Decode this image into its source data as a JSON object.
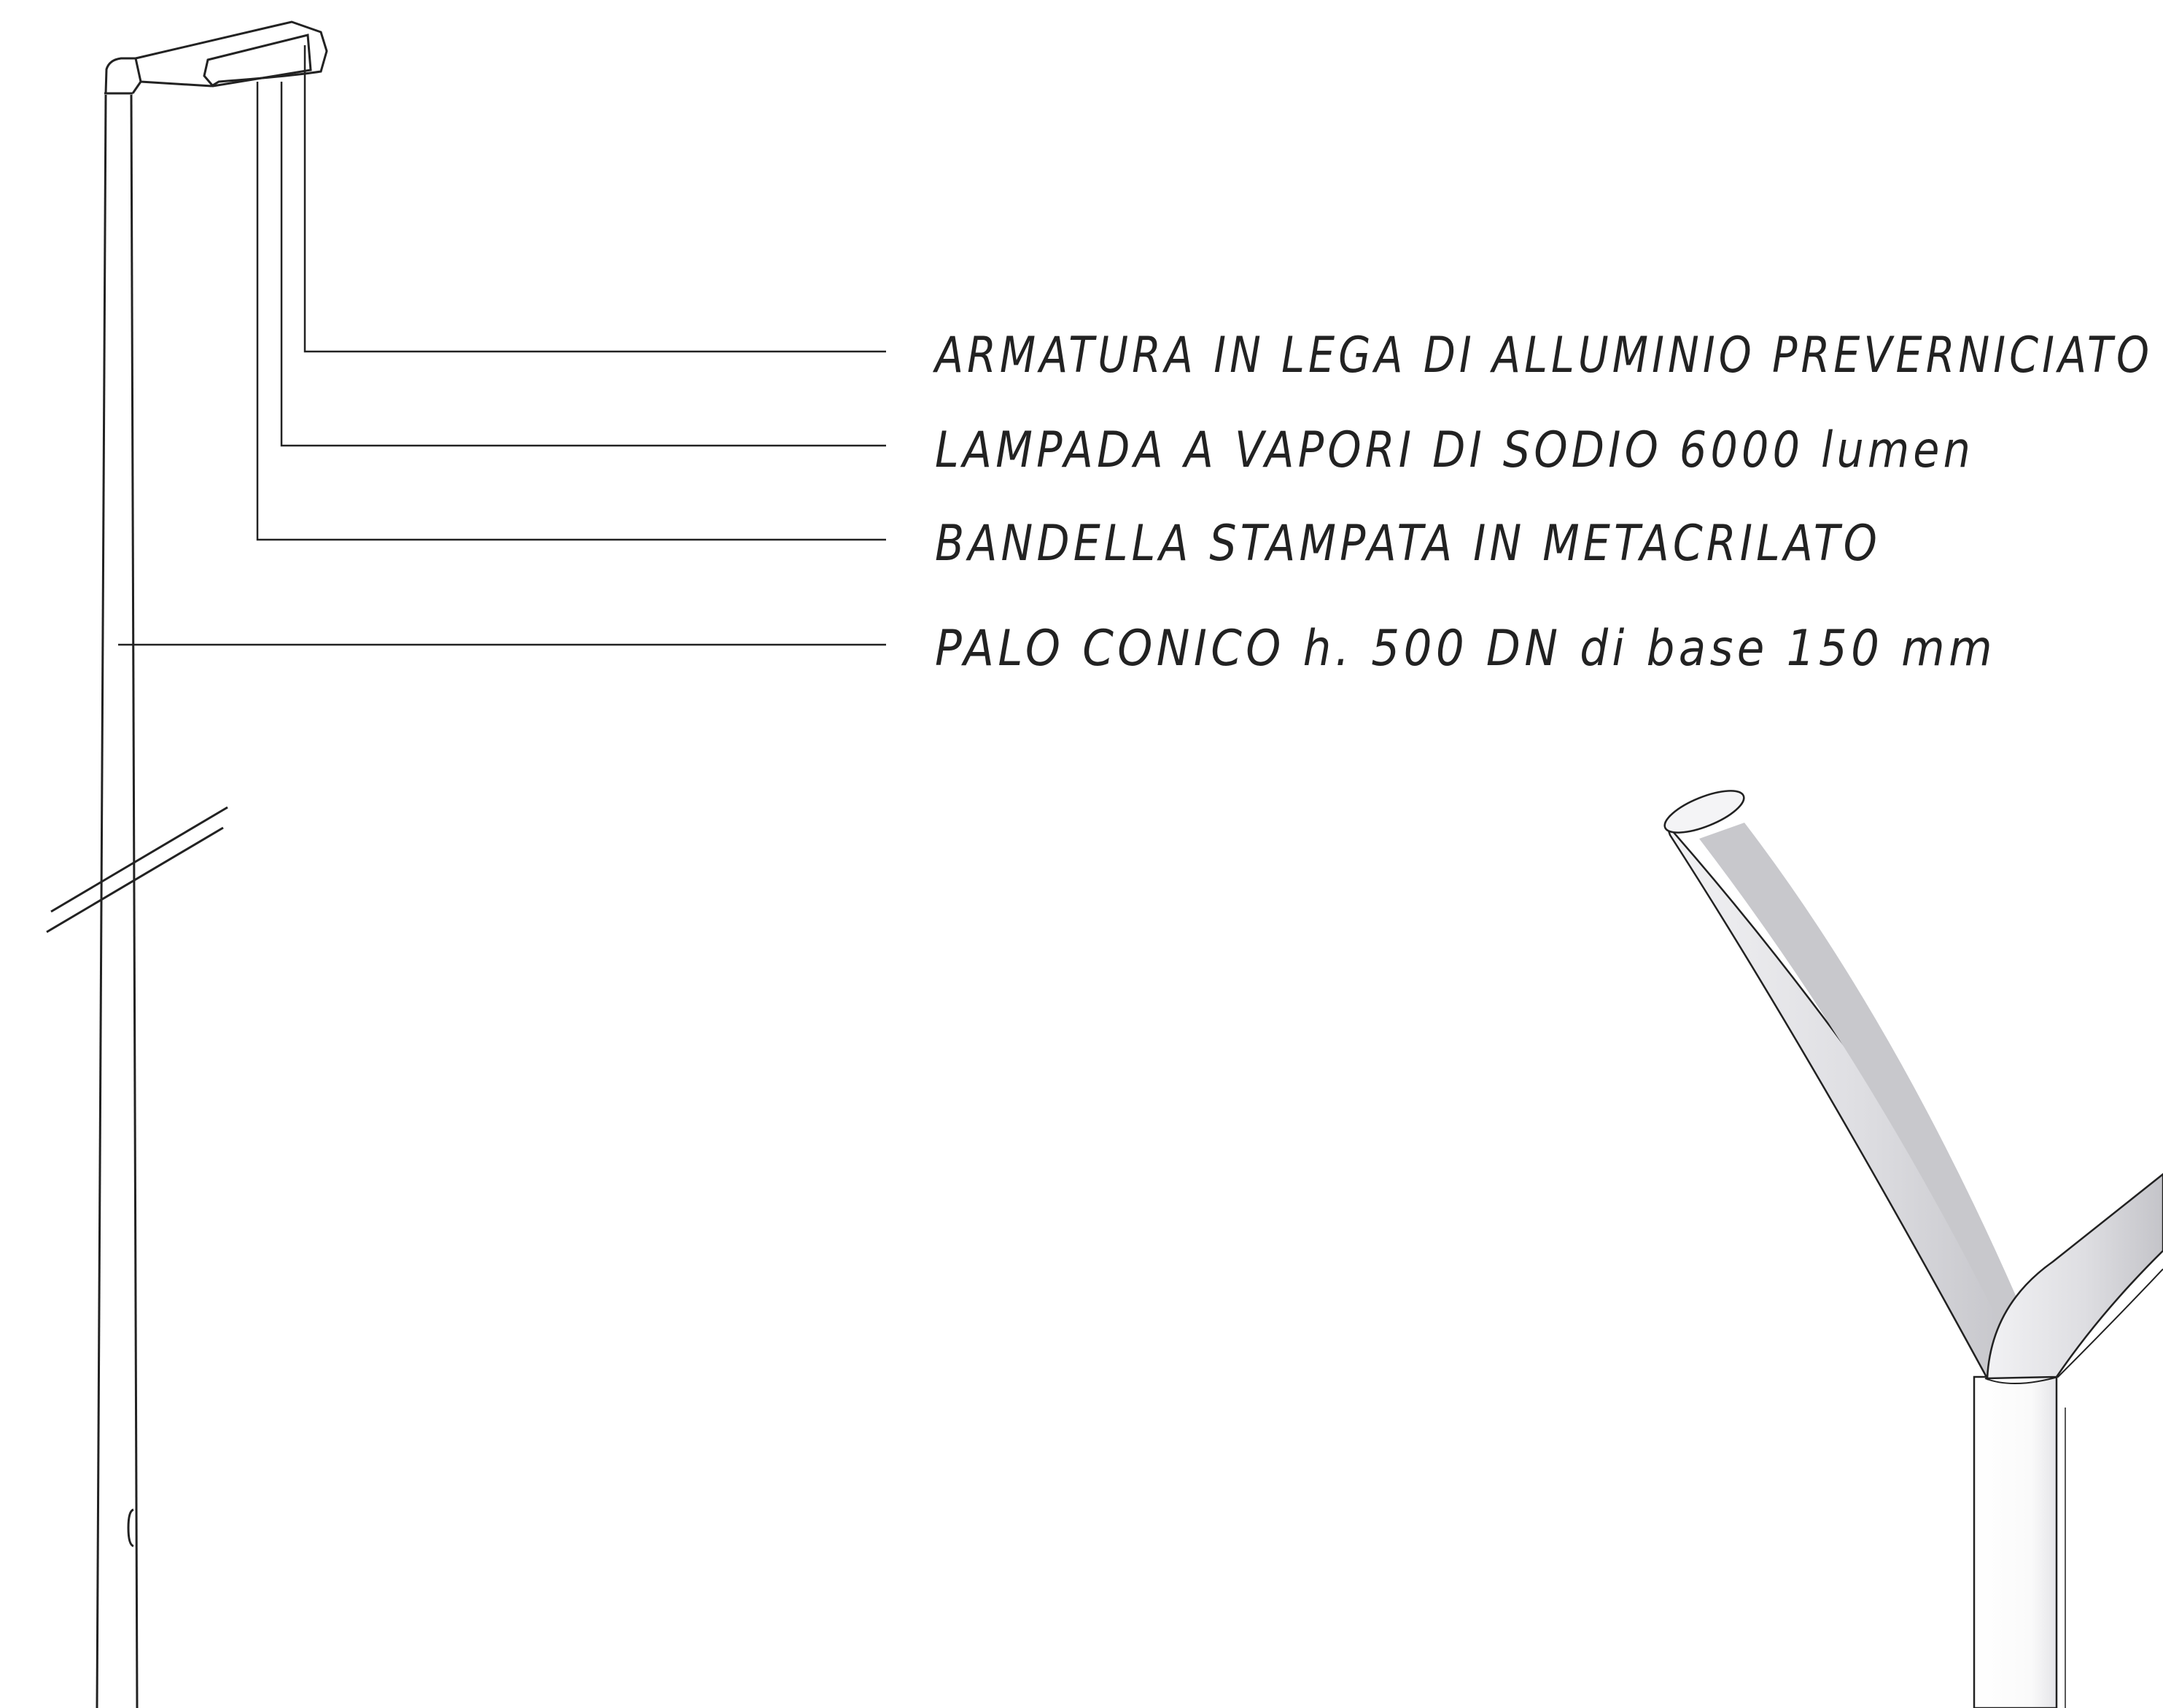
{
  "drawing": {
    "labels": [
      "ARMATURA  IN  LEGA  DI  ALLUMINIO  PREVERNICIATO",
      "LAMPADA   A  VAPORI  DI  SODIO    6000  lumen",
      "BANDELLA  STAMPATA  IN  METACRILATO",
      "PALO    CONICO    h.  500  DN  di  base  150  mm"
    ],
    "colors": {
      "line": "#222222",
      "text": "#222222",
      "shade_dark": "#c8c8cc",
      "shade_light": "#ededf0",
      "background": "#ffffff"
    }
  }
}
